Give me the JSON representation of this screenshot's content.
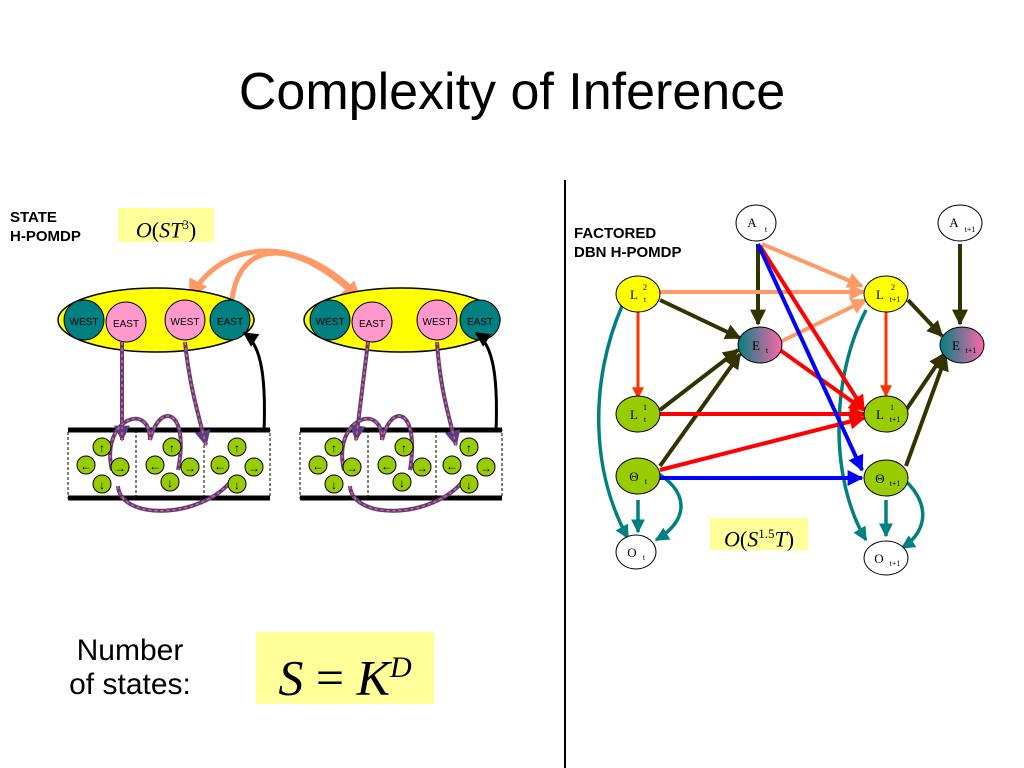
{
  "slide": {
    "title": "Complexity of Inference"
  },
  "left": {
    "label_line1": "STATE",
    "label_line2": "H-POMDP",
    "complexity": {
      "O": "O",
      "S": "S",
      "T": "T",
      "exp": "3"
    },
    "nodes": {
      "west": "WEST",
      "east": "EAST"
    },
    "number_label_line1": "Number",
    "number_label_line2": "of states:",
    "states_formula": {
      "S": "S",
      "eq": "=",
      "K": "K",
      "D": "D"
    }
  },
  "right": {
    "label_line1": "FACTORED",
    "label_line2": "DBN H-POMDP",
    "complexity": {
      "O": "O",
      "S": "S",
      "exp": "1.5",
      "T": "T"
    },
    "nodes": {
      "A_t": {
        "base": "A",
        "sub": "t"
      },
      "A_t1": {
        "base": "A",
        "sub": "t+1"
      },
      "L2_t": {
        "base": "L",
        "sup": "2",
        "sub": "t"
      },
      "L2_t1": {
        "base": "L",
        "sup": "2",
        "sub": "t+1"
      },
      "E_t": {
        "base": "E",
        "sub": "t"
      },
      "E_t1": {
        "base": "E",
        "sub": "t+1"
      },
      "L1_t": {
        "base": "L",
        "sup": "1",
        "sub": "t"
      },
      "L1_t1": {
        "base": "L",
        "sup": "1",
        "sub": "t+1"
      },
      "Th_t": {
        "base": "Θ",
        "sub": "t"
      },
      "Th_t1": {
        "base": "Θ",
        "sub": "t+1"
      },
      "O_t": {
        "base": "O",
        "sub": "t"
      },
      "O_t1": {
        "base": "O",
        "sub": "t+1"
      }
    }
  },
  "colors": {
    "yellow": "#ffff00",
    "teal": "#008080",
    "pink": "#ff99cc",
    "green": "#99cc00",
    "salmon": "#ff9966",
    "red": "#ff0000",
    "blue": "#0000ff",
    "olive": "#333300",
    "formula_bg": "#ffff99"
  }
}
